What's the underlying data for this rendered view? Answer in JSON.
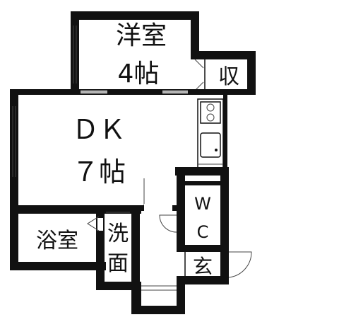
{
  "rooms": {
    "western_room": {
      "name": "洋室",
      "size": "4帖"
    },
    "storage": {
      "name": "収"
    },
    "dining_kitchen": {
      "name": "ＤＫ",
      "size": "７帖"
    },
    "toilet": {
      "top": "W",
      "bottom": "C"
    },
    "bath": {
      "name": "浴室"
    },
    "washroom": {
      "top": "洗",
      "bottom": "面"
    },
    "entrance": {
      "name": "玄"
    }
  },
  "colors": {
    "wall": "#111111",
    "background": "#ffffff"
  }
}
